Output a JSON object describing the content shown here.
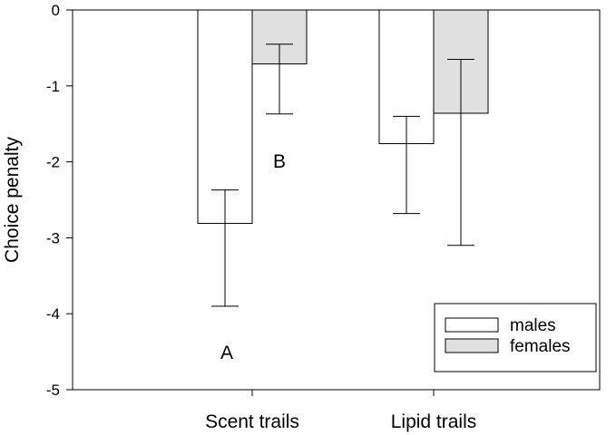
{
  "chart_data": {
    "type": "bar",
    "ylabel": "Choice penalty",
    "xlabel": "",
    "title": "",
    "ylim": [
      -5,
      0
    ],
    "yticks": [
      0,
      -1,
      -2,
      -3,
      -4,
      -5
    ],
    "categories": [
      "Scent trails",
      "Lipid trails"
    ],
    "series": [
      {
        "name": "males",
        "color": "#ffffff",
        "values": [
          -2.81,
          -1.76
        ],
        "error_upper": [
          -2.37,
          -1.4
        ],
        "error_lower": [
          -3.9,
          -2.68
        ]
      },
      {
        "name": "females",
        "color": "#e0e0e0",
        "values": [
          -0.71,
          -1.36
        ],
        "error_upper": [
          -0.45,
          -0.65
        ],
        "error_lower": [
          -1.37,
          -3.1
        ]
      }
    ],
    "annotations": [
      {
        "text": "A",
        "category": 0,
        "series": 0,
        "y": -4.5
      },
      {
        "text": "B",
        "category": 0,
        "series": 1,
        "y": -1.98
      }
    ],
    "legend": {
      "position": "bottom-right"
    },
    "grid": false
  }
}
